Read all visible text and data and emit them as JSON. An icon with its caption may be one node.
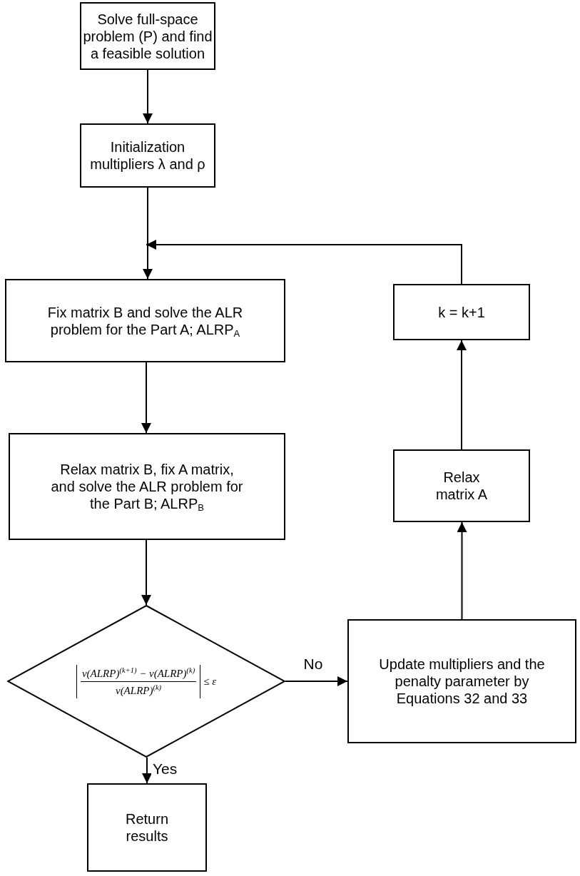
{
  "diagram": {
    "nodes": [
      {
        "text": [
          "Solve full-space problem (P) and find a feasible solution"
        ]
      },
      {
        "text": [
          "Initialization multipliers λ and ρ"
        ]
      },
      {
        "text": [
          "Fix matrix B and solve the ALR problem for the Part A; ALRP$_{A}$"
        ]
      },
      {
        "text": [
          "Relax matrix B, fix A matrix, and solve the ALR problem for the Part B; ALRP$_{B}$"
        ]
      },
      {
        "text": [
          "ν(ALRP)$^{(k+1)}$ − ν(ALRP)$^{(k)}$",
          "ν(ALRP)$^{(k)}$",
          "≤ ε"
        ]
      },
      {
        "text": [
          "Return results"
        ]
      },
      {
        "text": [
          "Update multipliers and the penalty parameter  by Equations 32 and 33"
        ]
      },
      {
        "text": [
          "Relax matrix A"
        ]
      },
      {
        "text": [
          "k = k+1"
        ]
      }
    ],
    "edges": [
      {
        "from": 0,
        "to": 1,
        "arrow": "to"
      },
      {
        "from": 1,
        "to": 2,
        "arrow": "to"
      },
      {
        "from": 2,
        "to": 3,
        "arrow": "to"
      },
      {
        "from": 3,
        "to": 4,
        "arrow": "to"
      },
      {
        "from": 4,
        "to": 5,
        "arrow": "to",
        "label": "Yes"
      },
      {
        "from": 4,
        "to": 6,
        "arrow": "to",
        "label": "No"
      },
      {
        "from": 6,
        "to": 7,
        "arrow": "to"
      },
      {
        "from": 7,
        "to": 8,
        "arrow": "to"
      },
      {
        "from": 8,
        "to": 2,
        "arrow": "to"
      }
    ]
  }
}
